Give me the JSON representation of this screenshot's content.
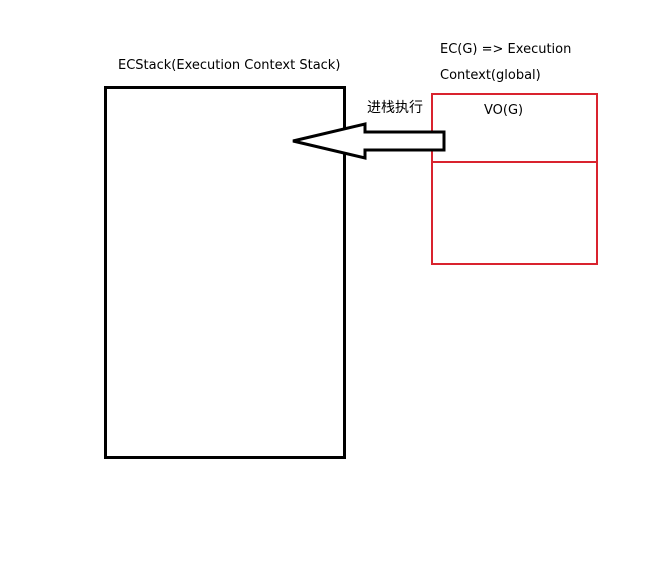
{
  "diagram": {
    "stack_title": "ECStack(Execution Context Stack)",
    "ec_title_line1": "EC(G) => Execution",
    "ec_title_line2": "Context(global)",
    "push_label": "进栈执行",
    "vo_label": "VO(G)"
  },
  "colors": {
    "stack_border": "#000000",
    "ec_border": "#d9232e",
    "arrow_stroke": "#000000"
  },
  "icons": {
    "arrow": "push-arrow-icon"
  }
}
